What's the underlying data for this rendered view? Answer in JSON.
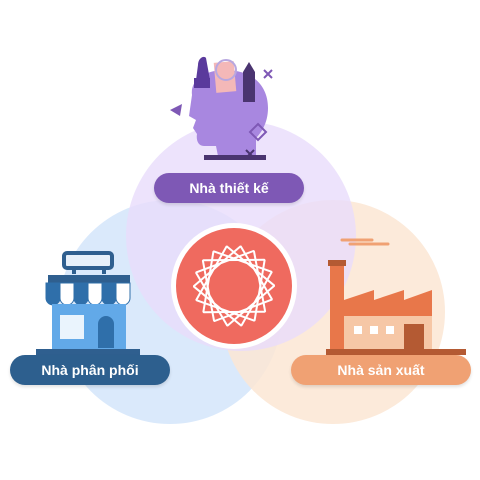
{
  "diagram": {
    "nodes": [
      {
        "id": "designer",
        "label": "Nhà thiết kế",
        "color": "#7e58b5",
        "circle_color": "#e9dcfb",
        "icon": "designer-head-icon"
      },
      {
        "id": "distributor",
        "label": "Nhà phân phối",
        "color": "#2d5f8e",
        "circle_color": "#d6e7fb",
        "icon": "storefront-icon"
      },
      {
        "id": "manufacturer",
        "label": "Nhà sản xuất",
        "color": "#f0a173",
        "circle_color": "#fbe6d4",
        "icon": "factory-icon"
      }
    ],
    "center": {
      "icon": "thread-logo-icon",
      "color": "#ef6a5f"
    }
  }
}
